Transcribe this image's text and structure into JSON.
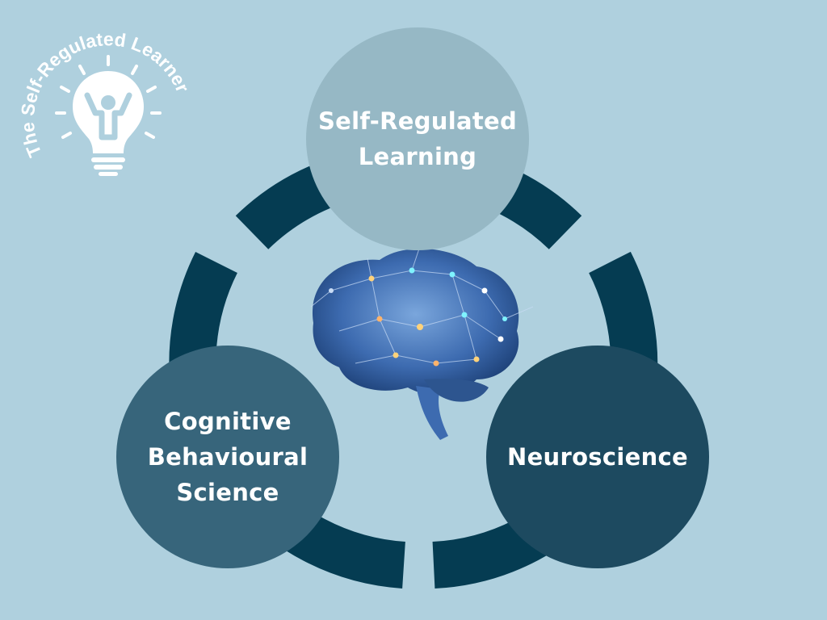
{
  "logo": {
    "text": "The Self-Regulated Learner",
    "icon": "lightbulb-person-icon"
  },
  "diagram": {
    "type": "cycle",
    "center_image": "brain-network-icon",
    "nodes": [
      {
        "id": "srl",
        "lines": [
          "Self-Regulated",
          "Learning"
        ],
        "color": "#96b8c5"
      },
      {
        "id": "cbs",
        "lines": [
          "Cognitive",
          "Behavioural",
          "Science"
        ],
        "color": "#37657b"
      },
      {
        "id": "neuro",
        "lines": [
          "Neuroscience"
        ],
        "color": "#1d4a60"
      }
    ],
    "ring_color": "#053c52"
  },
  "colors": {
    "background": "#afd0de",
    "logo": "#ffffff"
  }
}
